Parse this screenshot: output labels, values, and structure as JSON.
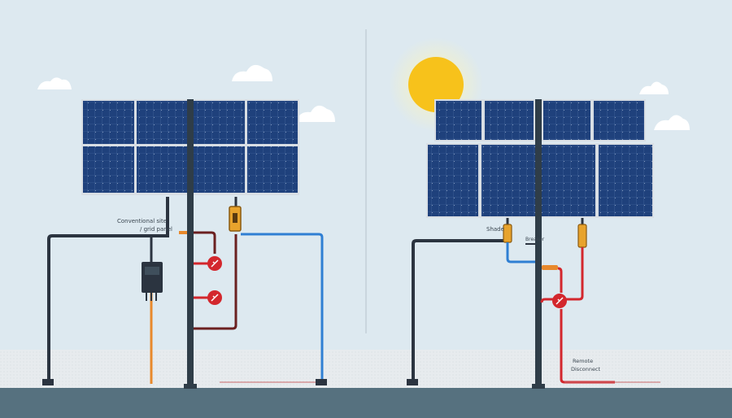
{
  "labels": {
    "left_main": "Conventional site",
    "left_sub": "/ grid panel",
    "right_upper": "Shade",
    "right_mid": "Breaker",
    "right_lower_1": "Remote",
    "right_lower_2": "Disconnect"
  },
  "colors": {
    "sky": "#dde9f0",
    "ground": "#e8ecef",
    "road": "#56717f",
    "panel": "#1e3f7a",
    "panel_frame": "#d8dee4",
    "pole": "#2f3d48",
    "wire_black": "#2b3440",
    "wire_blue": "#2f7fd3",
    "wire_orange": "#e8892c",
    "wire_red": "#d3272d",
    "sun": "#f7c21b"
  },
  "icons": {
    "sun": "sun-icon",
    "cloud": "cloud-icon",
    "breaker": "circuit-breaker-icon",
    "meter": "inverter-box-icon",
    "fuse": "fuse-icon"
  }
}
